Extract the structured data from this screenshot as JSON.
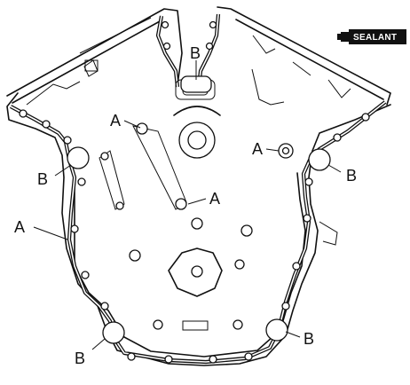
{
  "badge": {
    "label": "SEALANT",
    "icon": "sealant-tube-icon"
  },
  "callouts": {
    "top_b": "B",
    "left_b": "B",
    "right_b": "B",
    "bottom_left_b": "B",
    "bottom_right_b": "B",
    "upper_left_a": "A",
    "right_a": "A",
    "center_a": "A",
    "left_a": "A"
  },
  "colors": {
    "ink": "#111111",
    "paper": "#ffffff"
  }
}
